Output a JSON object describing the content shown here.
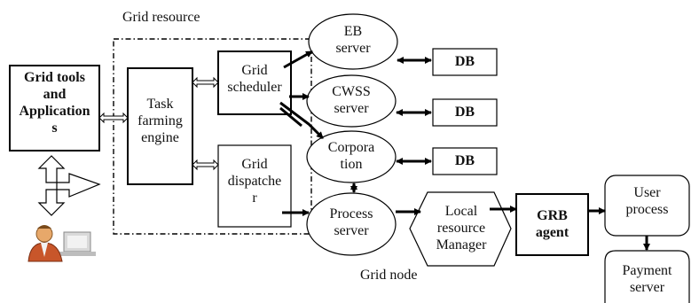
{
  "labels": {
    "grid_resource": "Grid resource",
    "grid_tools": [
      "Grid tools",
      "and",
      "Application",
      "s"
    ],
    "task_farming": [
      "Task",
      "farming",
      "engine"
    ],
    "grid_scheduler": [
      "Grid",
      "scheduler"
    ],
    "grid_dispatcher": [
      "Grid",
      "dispatche",
      "r"
    ],
    "eb_server": [
      "EB",
      "server"
    ],
    "cwss_server": [
      "CWSS",
      "server"
    ],
    "corporation": [
      "Corpora",
      "tion"
    ],
    "process_server": [
      "Process",
      "server"
    ],
    "local_resource_manager": [
      "Local",
      "resource",
      "Manager"
    ],
    "grb_agent": [
      "GRB",
      "agent"
    ],
    "user_process": [
      "User",
      "process"
    ],
    "payment_server": [
      "Payment",
      "server"
    ],
    "db": [
      "DB",
      "DB",
      "DB"
    ],
    "grid_node": "Grid node"
  },
  "icons": {
    "user": "person-at-computer-icon",
    "double_arrow": "double-headed-arrow-icon"
  },
  "colors": {
    "stroke": "#000000",
    "text": "#111111",
    "fill": "#ffffff"
  }
}
